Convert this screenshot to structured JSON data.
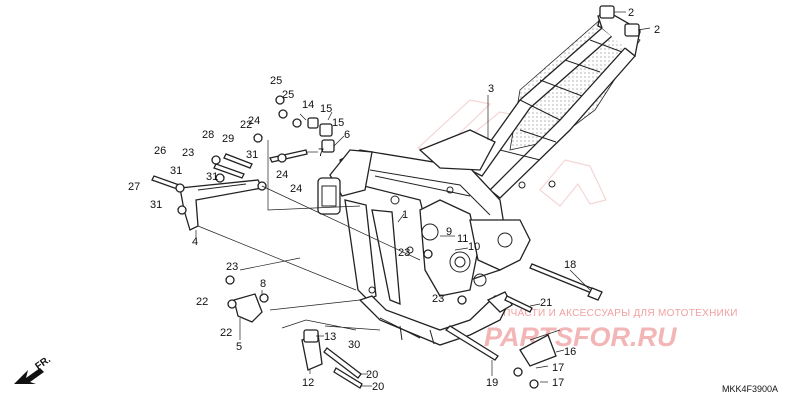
{
  "diagram": {
    "code": "MKK4F3900A",
    "direction_label": "FR.",
    "watermark_line1": "ЗАПЧАСТИ И АКСЕССУАРЫ ДЛЯ МОТОТЕХНИКИ",
    "watermark_line2": "PARTSFOR.RU"
  },
  "callouts": [
    {
      "id": "c1",
      "text": "1"
    },
    {
      "id": "c2a",
      "text": "2"
    },
    {
      "id": "c2b",
      "text": "2"
    },
    {
      "id": "c3",
      "text": "3"
    },
    {
      "id": "c4",
      "text": "4"
    },
    {
      "id": "c5",
      "text": "5"
    },
    {
      "id": "c6",
      "text": "6"
    },
    {
      "id": "c7",
      "text": "7"
    },
    {
      "id": "c8",
      "text": "8"
    },
    {
      "id": "c9",
      "text": "9"
    },
    {
      "id": "c10",
      "text": "10"
    },
    {
      "id": "c11",
      "text": "11"
    },
    {
      "id": "c12",
      "text": "12"
    },
    {
      "id": "c13",
      "text": "13"
    },
    {
      "id": "c14",
      "text": "14"
    },
    {
      "id": "c15a",
      "text": "15"
    },
    {
      "id": "c15b",
      "text": "15"
    },
    {
      "id": "c16",
      "text": "16"
    },
    {
      "id": "c17a",
      "text": "17"
    },
    {
      "id": "c17b",
      "text": "17"
    },
    {
      "id": "c18",
      "text": "18"
    },
    {
      "id": "c19",
      "text": "19"
    },
    {
      "id": "c20a",
      "text": "20"
    },
    {
      "id": "c20b",
      "text": "20"
    },
    {
      "id": "c21",
      "text": "21"
    },
    {
      "id": "c22a",
      "text": "22"
    },
    {
      "id": "c22b",
      "text": "22"
    },
    {
      "id": "c22c",
      "text": "22"
    },
    {
      "id": "c23a",
      "text": "23"
    },
    {
      "id": "c23b",
      "text": "23"
    },
    {
      "id": "c23c",
      "text": "23"
    },
    {
      "id": "c23d",
      "text": "23"
    },
    {
      "id": "c24a",
      "text": "24"
    },
    {
      "id": "c24b",
      "text": "24"
    },
    {
      "id": "c24c",
      "text": "24"
    },
    {
      "id": "c25a",
      "text": "25"
    },
    {
      "id": "c25b",
      "text": "25"
    },
    {
      "id": "c26",
      "text": "26"
    },
    {
      "id": "c27",
      "text": "27"
    },
    {
      "id": "c28",
      "text": "28"
    },
    {
      "id": "c29",
      "text": "29"
    },
    {
      "id": "c30",
      "text": "30"
    },
    {
      "id": "c31a",
      "text": "31"
    },
    {
      "id": "c31b",
      "text": "31"
    },
    {
      "id": "c31c",
      "text": "31"
    },
    {
      "id": "c31d",
      "text": "31"
    }
  ]
}
